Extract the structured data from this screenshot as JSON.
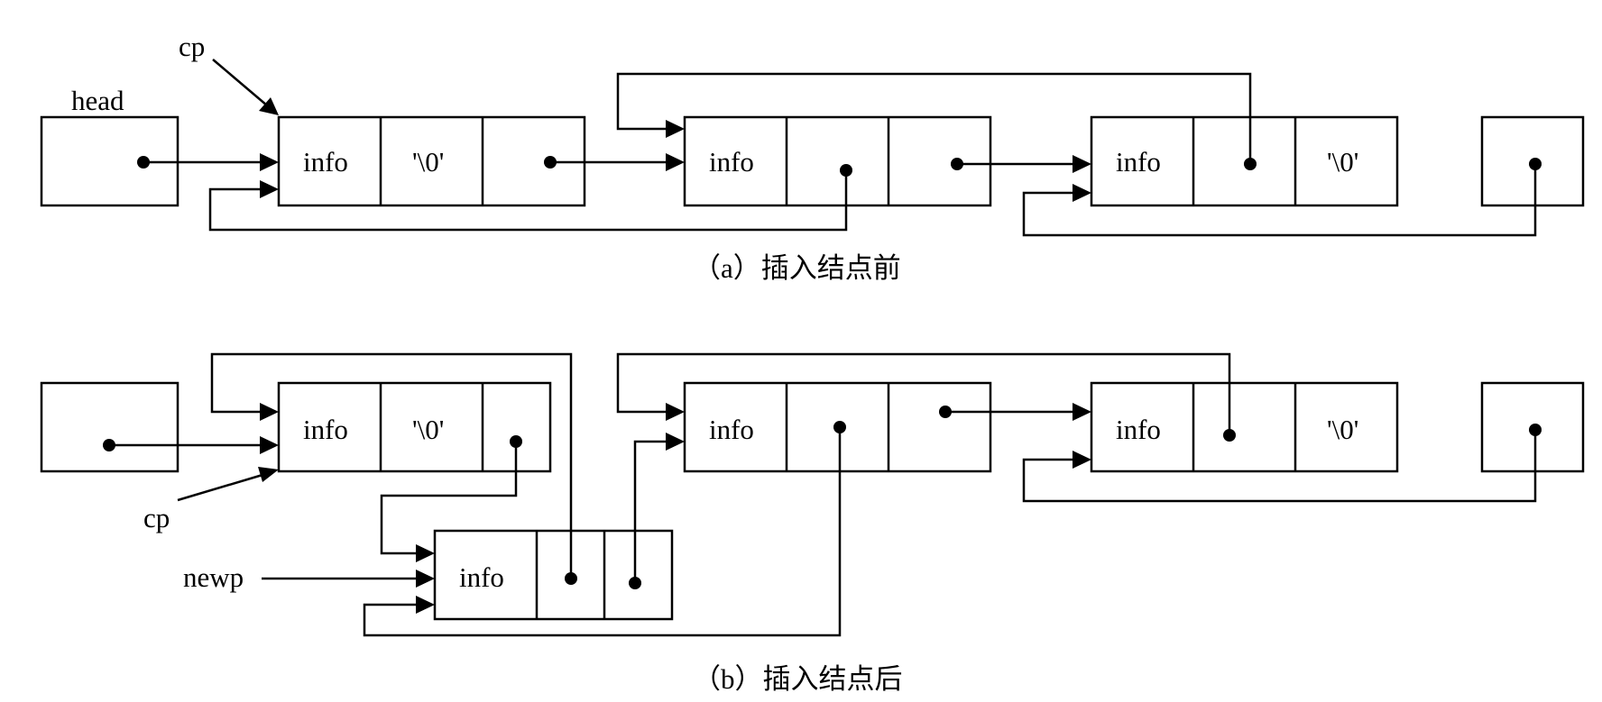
{
  "labels": {
    "head": "head",
    "cp": "cp",
    "newp": "newp",
    "info": "info",
    "null_char": "'\\0'"
  },
  "captions": {
    "a": "（a）插入结点前",
    "b": "（b）插入结点后"
  }
}
